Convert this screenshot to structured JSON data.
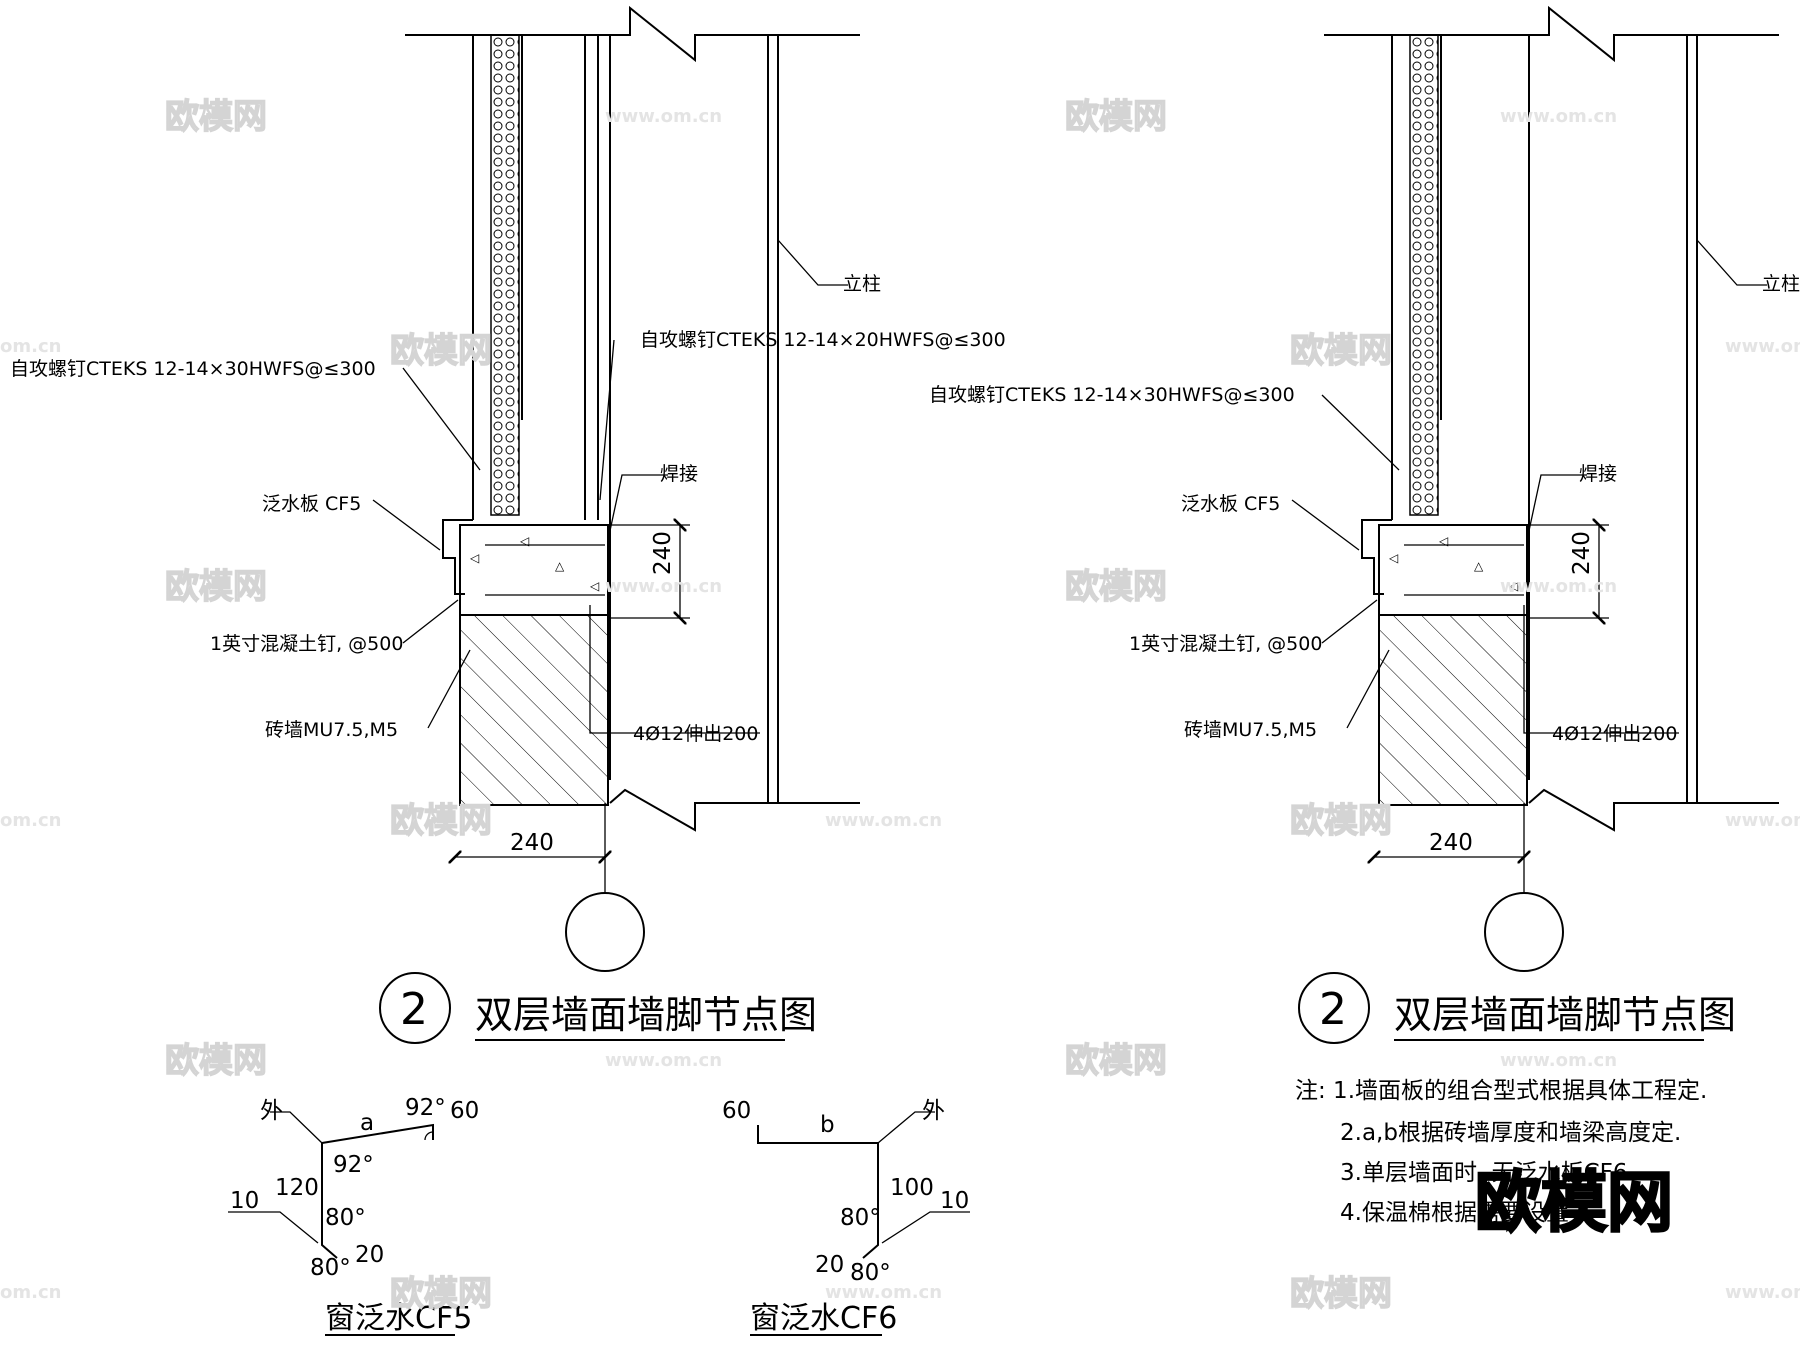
{
  "details": [
    {
      "id": "left",
      "label_column": "立柱",
      "label_screw_outer": "自攻螺钉CTEKS   12-14×30HWFS@≤300",
      "label_screw_inner": "自攻螺钉CTEKS   12-14×20HWFS@≤300",
      "label_weld": "焊接",
      "label_flashing": "泛水板 CF5",
      "label_nail": "1英寸混凝土钉, @500",
      "label_brick": "砖墙MU7.5,M5",
      "label_rebar": "4Ø12伸出200",
      "dim_height": "240",
      "dim_width": "240",
      "detail_number": "2",
      "title": "双层墙面墙脚节点图"
    },
    {
      "id": "right",
      "label_column": "立柱",
      "label_screw_outer": "自攻螺钉CTEKS   12-14×30HWFS@≤300",
      "label_weld": "焊接",
      "label_flashing": "泛水板 CF5",
      "label_nail": "1英寸混凝土钉, @500",
      "label_brick": "砖墙MU7.5,M5",
      "label_rebar": "4Ø12伸出200",
      "dim_height": "240",
      "dim_width": "240",
      "detail_number": "2",
      "title": "双层墙面墙脚节点图"
    }
  ],
  "flashing_cf5": {
    "title": "窗泛水CF5",
    "outside": "外",
    "dim_a": "a",
    "angle_top_right": "92°",
    "dim_60": "60",
    "angle_top_left": "92°",
    "dim_120": "120",
    "dim_10": "10",
    "angle_80_a": "80°",
    "dim_20": "20",
    "angle_80_b": "80°"
  },
  "flashing_cf6": {
    "title": "窗泛水CF6",
    "outside": "外",
    "dim_b": "b",
    "dim_60": "60",
    "dim_100": "100",
    "dim_10": "10",
    "angle_80_a": "80°",
    "dim_20": "20",
    "angle_80_b": "80°"
  },
  "notes": [
    "注: 1.墙面板的组合型式根据具体工程定.",
    "2.a,b根据砖墙厚度和墙梁高度定.",
    "3.单层墙面时, 无泛水板CF6",
    "4.保温棉根据需要设置"
  ],
  "watermark": {
    "brand": "欧模网",
    "url": "www.om.cn",
    "url_short": "om.cn"
  }
}
